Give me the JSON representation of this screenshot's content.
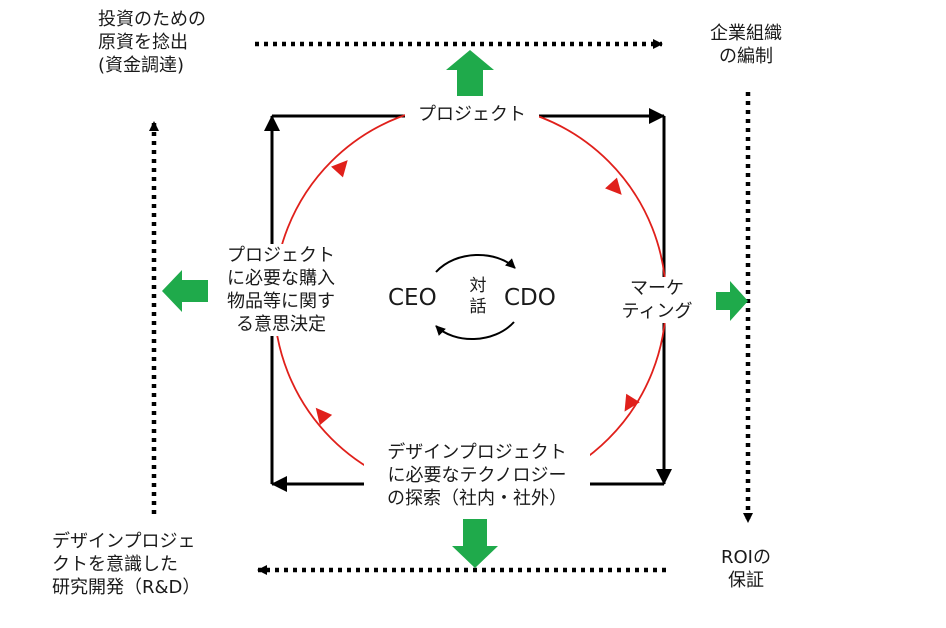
{
  "corners": {
    "investment": [
      "投資のための",
      "原資を捻出",
      "(資金調達)"
    ],
    "organization": [
      "企業組織",
      "の編制"
    ],
    "roi": [
      "ROIの",
      "保証"
    ],
    "rnd": [
      "デザインプロジェ",
      "クトを意識した",
      "研究開発（R&D）"
    ]
  },
  "nodes": {
    "project": "プロジェクト",
    "marketing": [
      "マーケ",
      "ティング"
    ],
    "decision": [
      "プロジェクト",
      "に必要な購入",
      "物品等に関す",
      "る意思決定"
    ],
    "technology": [
      "デザインプロジェクト",
      "に必要なテクノロジー",
      "の探索（社内・社外）"
    ]
  },
  "center": {
    "ceo": "CEO",
    "cdo": "CDO",
    "dialogue": [
      "対",
      "話"
    ]
  },
  "colors": {
    "cycle_arrow": "#e0201b",
    "block_arrow": "#1faa4b",
    "frame": "#000000"
  }
}
